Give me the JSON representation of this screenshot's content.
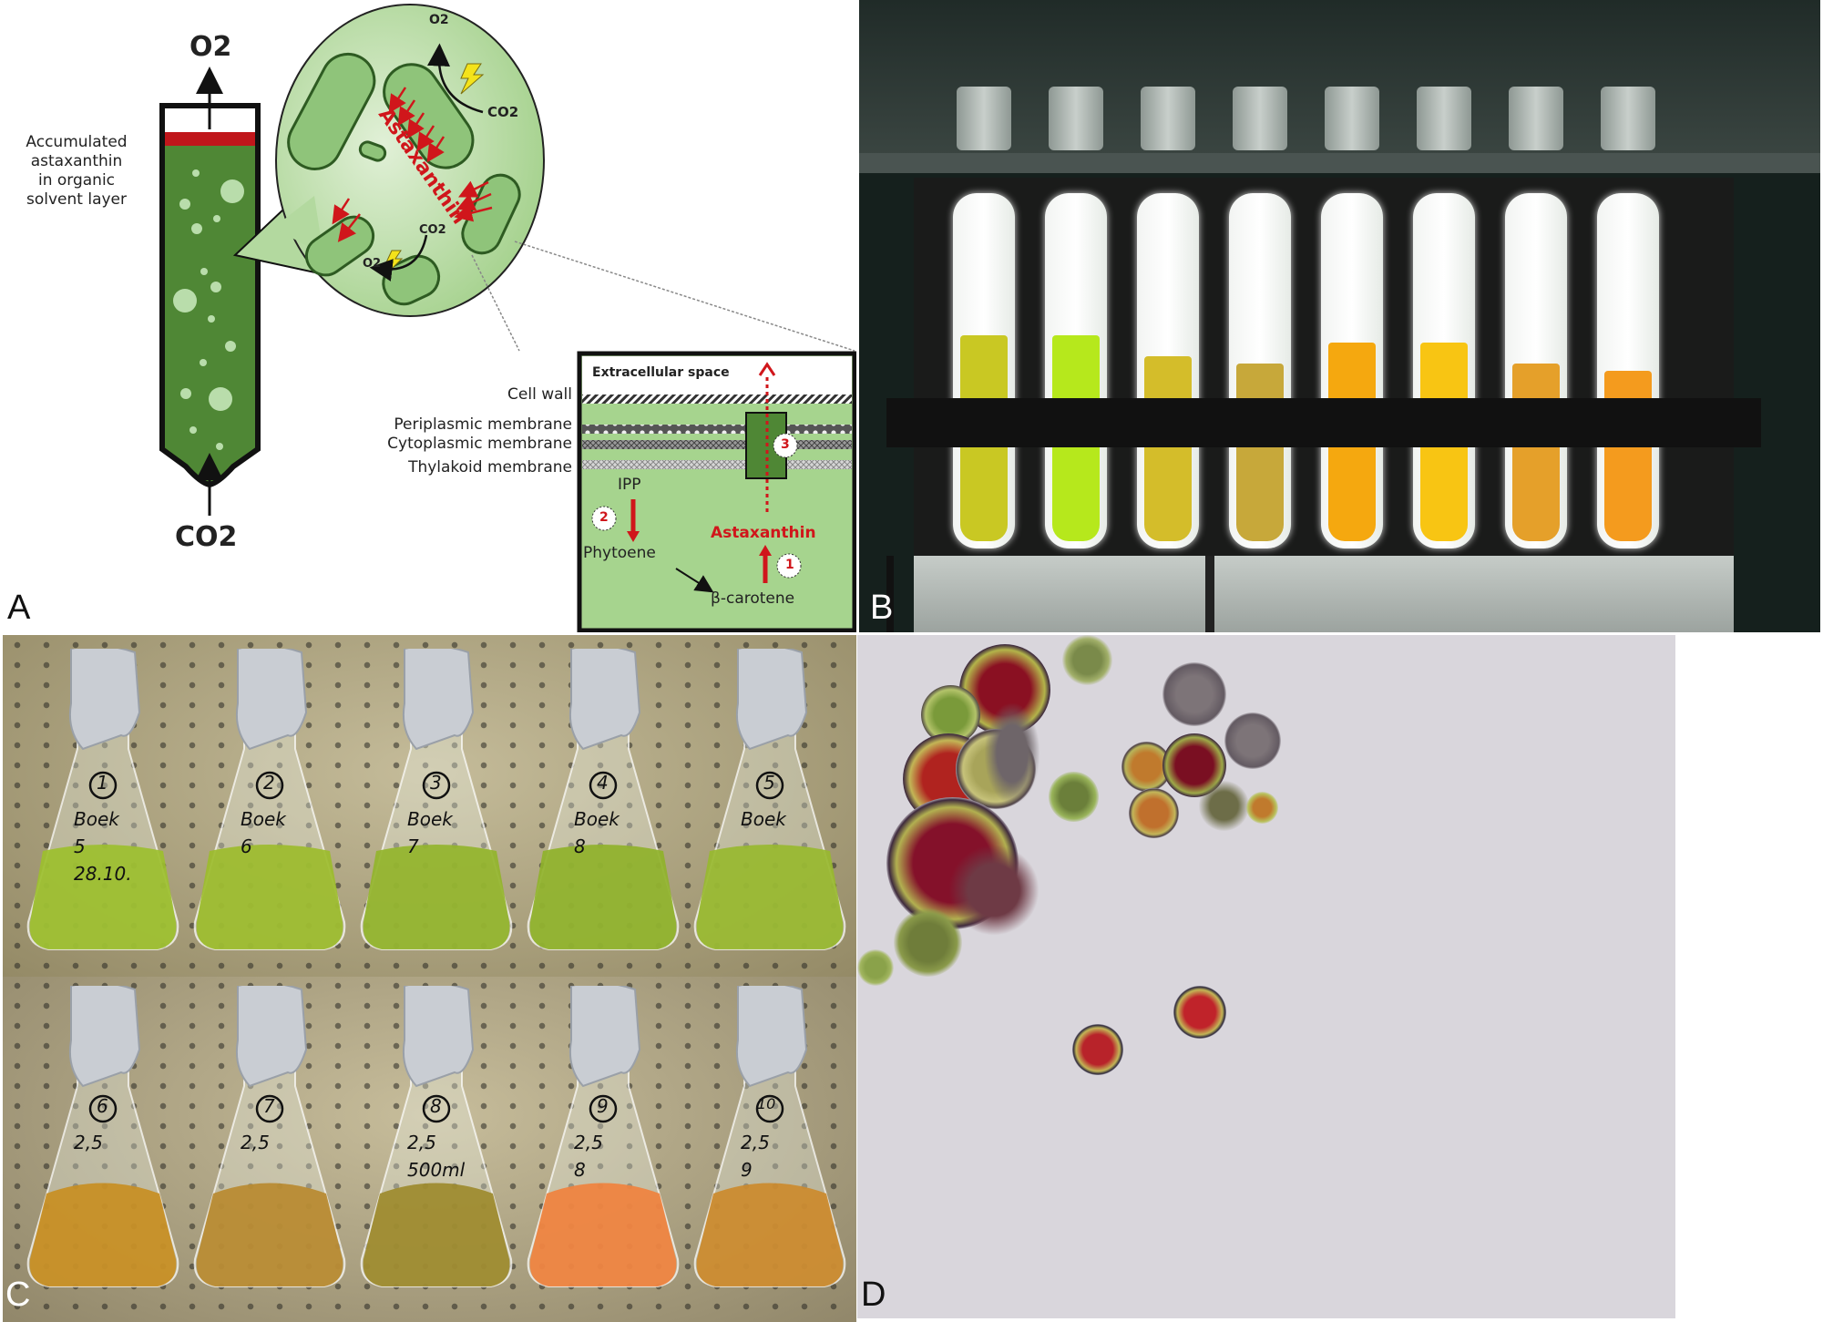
{
  "figure": {
    "panels": [
      {
        "letter": "A",
        "type": "schematic",
        "reactor": {
          "top_gas": "O2",
          "bottom_gas": "CO2",
          "layer_label": [
            "Accumulated",
            "astaxanthin",
            "in organic",
            "solvent layer"
          ],
          "colors": {
            "culture": "#4f8735",
            "solvent_layer": "#c0161b",
            "bubble": "#b9ddab"
          }
        },
        "zoom_bubble": {
          "product_label": "Astaxanthin",
          "gas_labels": {
            "o2_top": "O2",
            "co2_top": "CO2",
            "o2_bottom": "O2",
            "co2_bottom": "CO2"
          },
          "colors": {
            "background": "#b3d99f",
            "cell": "#8fc47a",
            "arrow": "#d0161b",
            "lightning": "#f4e31a"
          }
        },
        "membrane_labels": [
          "Cell wall",
          "Periplasmic membrane",
          "Cytoplasmic membrane",
          "Thylakoid membrane"
        ],
        "inset": {
          "extracellular_label": "Extracellular space",
          "pathway": {
            "ipp": "IPP",
            "phytoene": "Phytoene",
            "beta_carotene": "β-carotene",
            "astaxanthin": "Astaxanthin"
          },
          "step_markers": [
            "1",
            "2",
            "3"
          ],
          "colors": {
            "cytoplasm": "#a6d48e",
            "transporter": "#4f8735",
            "highlight": "#d0161b"
          }
        }
      },
      {
        "letter": "B",
        "type": "photo",
        "description": "Eight illuminated photobioreactor tubes",
        "tubes": [
          {
            "color": "#c9c823",
            "fill_level": 0.58
          },
          {
            "color": "#b6e81c",
            "fill_level": 0.58
          },
          {
            "color": "#d4bd2a",
            "fill_level": 0.52
          },
          {
            "color": "#c7a83a",
            "fill_level": 0.5
          },
          {
            "color": "#f5a80f",
            "fill_level": 0.56
          },
          {
            "color": "#f8c513",
            "fill_level": 0.56
          },
          {
            "color": "#e5a02a",
            "fill_level": 0.5
          },
          {
            "color": "#f49b1e",
            "fill_level": 0.48
          }
        ]
      },
      {
        "letter": "C",
        "type": "photo",
        "description": "Erlenmeyer flasks with aluminium foil caps",
        "top_row": [
          {
            "circle": "1",
            "notes": [
              "Boek",
              "5",
              "28.10."
            ],
            "color": "#9cbf2e"
          },
          {
            "circle": "2",
            "notes": [
              "Boek",
              "6"
            ],
            "color": "#9cbc2c"
          },
          {
            "circle": "3",
            "notes": [
              "Boek",
              "7"
            ],
            "color": "#92b42b"
          },
          {
            "circle": "4",
            "notes": [
              "Boek",
              "8"
            ],
            "color": "#8fb22a"
          },
          {
            "circle": "5",
            "notes": [
              "Boek"
            ],
            "color": "#98b92f"
          }
        ],
        "bottom_row": [
          {
            "circle": "6",
            "notes": [
              "2,5"
            ],
            "color": "#c88e22"
          },
          {
            "circle": "7",
            "notes": [
              "2,5"
            ],
            "color": "#b88a30"
          },
          {
            "circle": "8",
            "notes": [
              "2,5",
              "500ml"
            ],
            "color": "#9d8a2c"
          },
          {
            "circle": "9",
            "notes": [
              "2,5",
              "8"
            ],
            "color": "#f0823e"
          },
          {
            "circle": "10",
            "notes": [
              "2,5",
              "9"
            ],
            "color": "#cc8a2c"
          }
        ]
      },
      {
        "letter": "D",
        "type": "micrograph",
        "description": "Haematococcus cells accumulating astaxanthin",
        "background": "#d9d6dc"
      }
    ]
  }
}
